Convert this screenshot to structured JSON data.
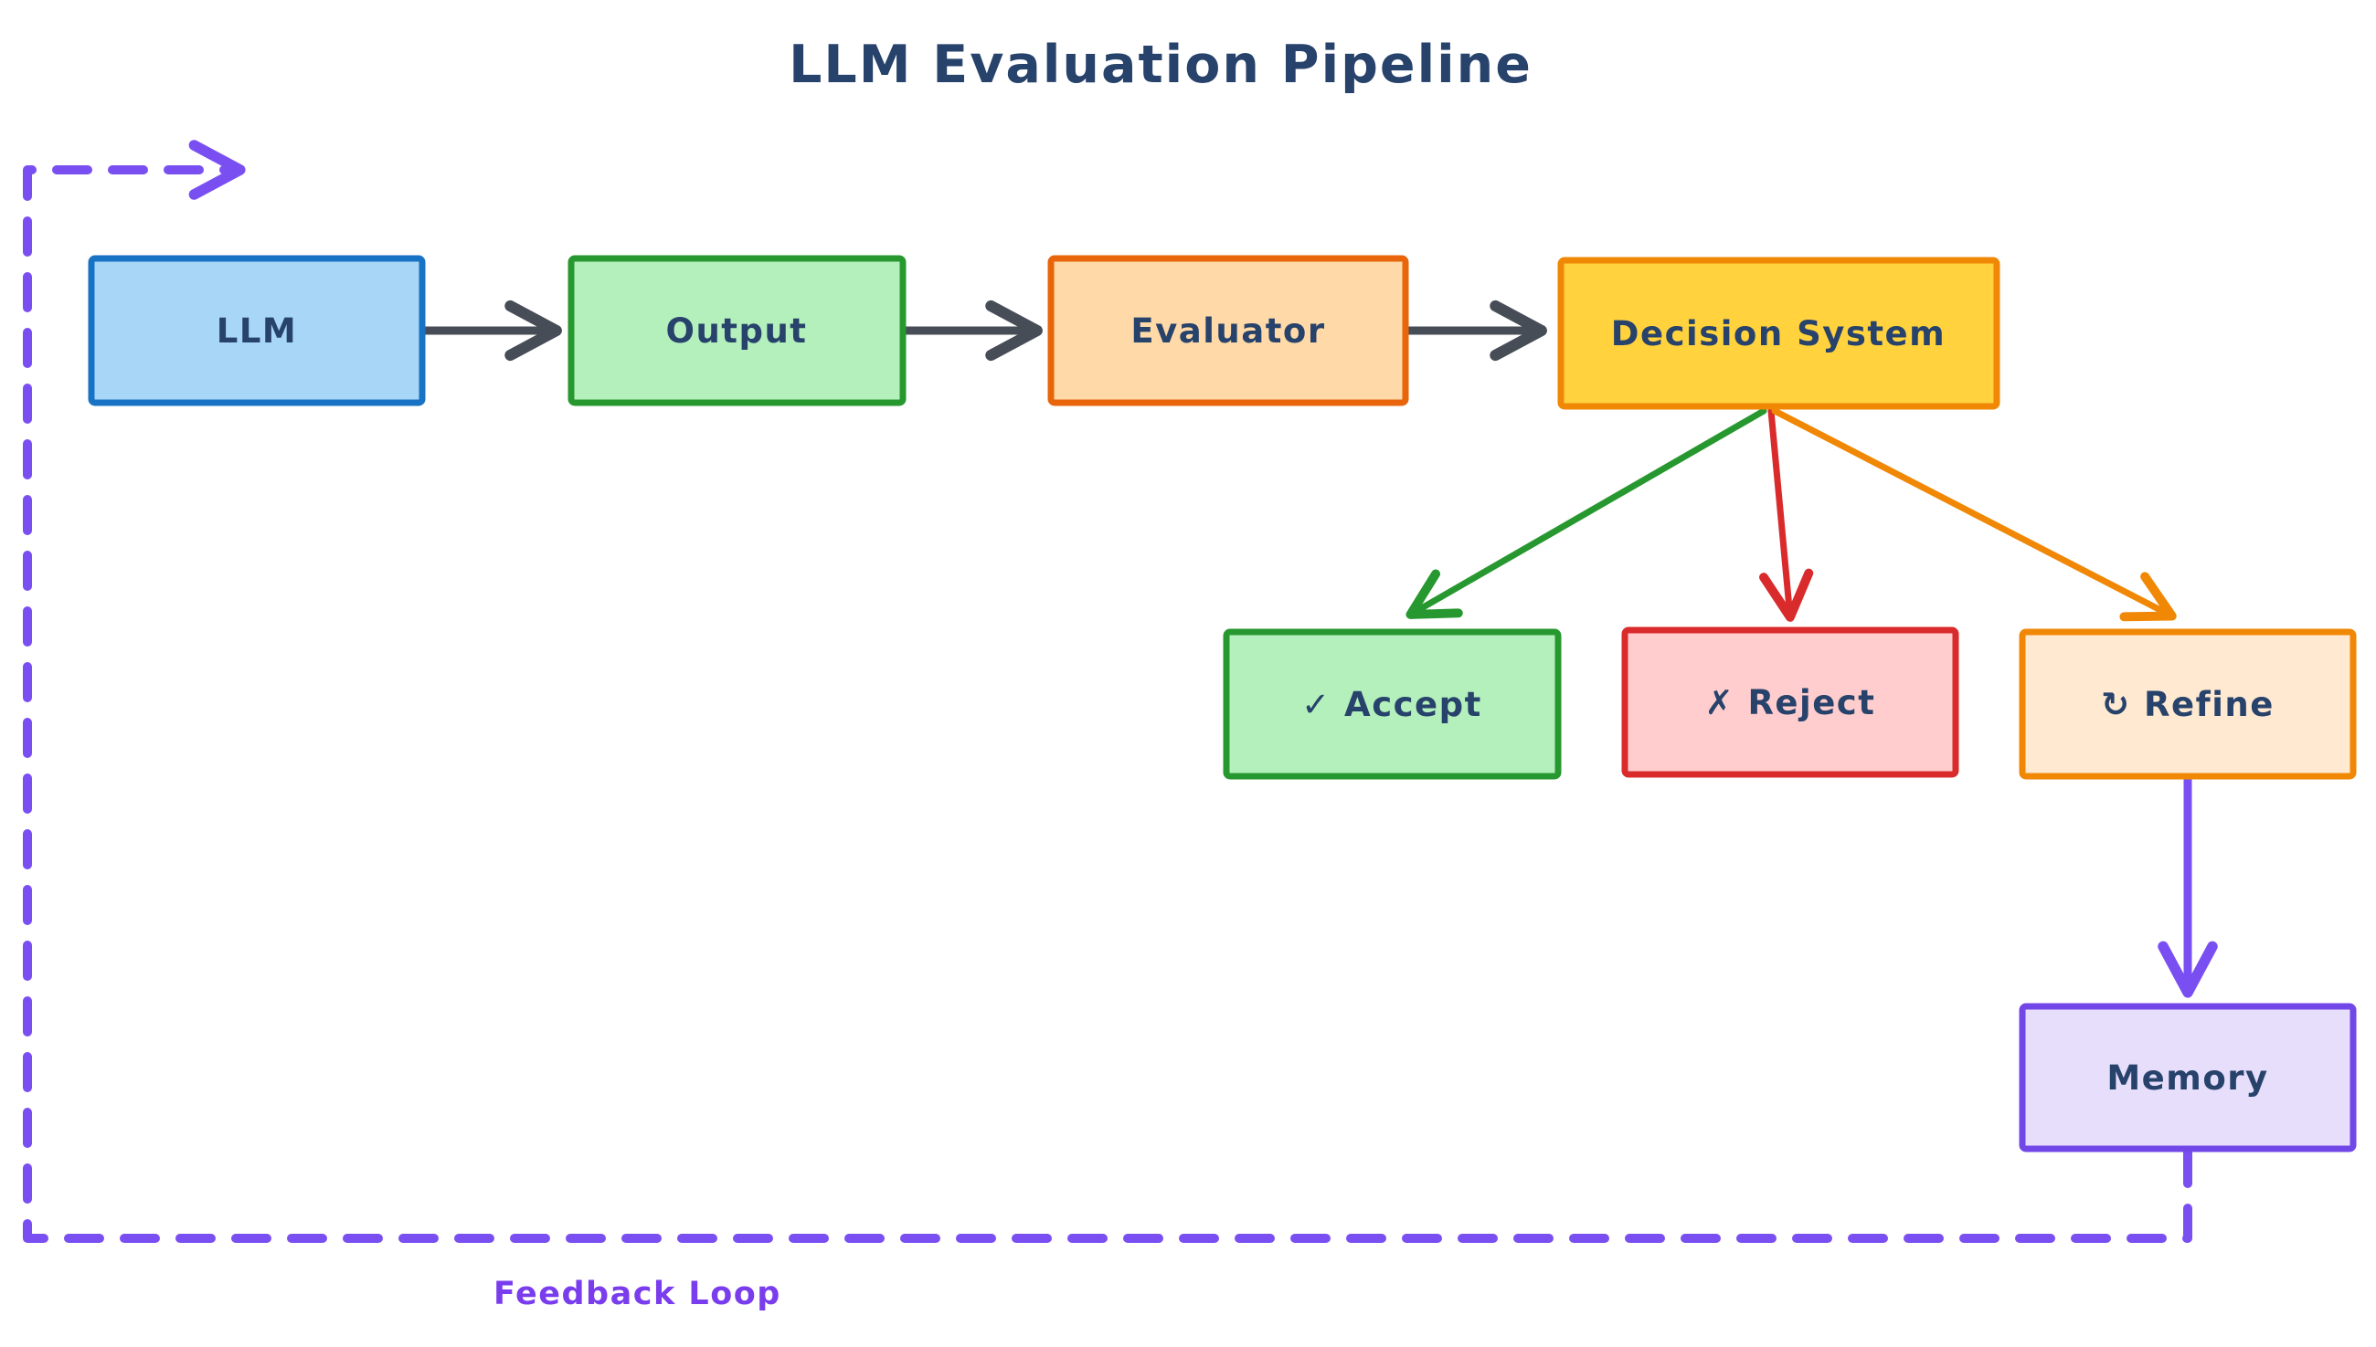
{
  "title": "LLM Evaluation Pipeline",
  "text_color": "#27426b",
  "background": "#ffffff",
  "nodes": {
    "llm": {
      "label": "LLM",
      "fill": "#a8d6f7",
      "stroke": "#1873c4"
    },
    "output": {
      "label": "Output",
      "fill": "#b4f0bc",
      "stroke": "#27982f"
    },
    "evaluator": {
      "label": "Evaluator",
      "fill": "#ffd9a8",
      "stroke": "#e8650c"
    },
    "decision": {
      "label": "Decision System",
      "fill": "#ffd23e",
      "stroke": "#f08705"
    },
    "accept": {
      "label": "✓ Accept",
      "fill": "#b4f0bc",
      "stroke": "#27982f"
    },
    "reject": {
      "label": "✗ Reject",
      "fill": "#ffcdcd",
      "stroke": "#d92b2b"
    },
    "refine": {
      "label": "↻ Refine",
      "fill": "#ffe9d1",
      "stroke": "#f08705"
    },
    "memory": {
      "label": "Memory",
      "fill": "#e6defa",
      "stroke": "#7147e8"
    }
  },
  "edge_colors": {
    "flow": "#474d57",
    "accept": "#27982f",
    "reject": "#d92b2b",
    "refine": "#f08705",
    "loop": "#7a4ff2"
  },
  "feedback_label": {
    "text": "Feedback Loop",
    "color": "#7a3ded"
  }
}
